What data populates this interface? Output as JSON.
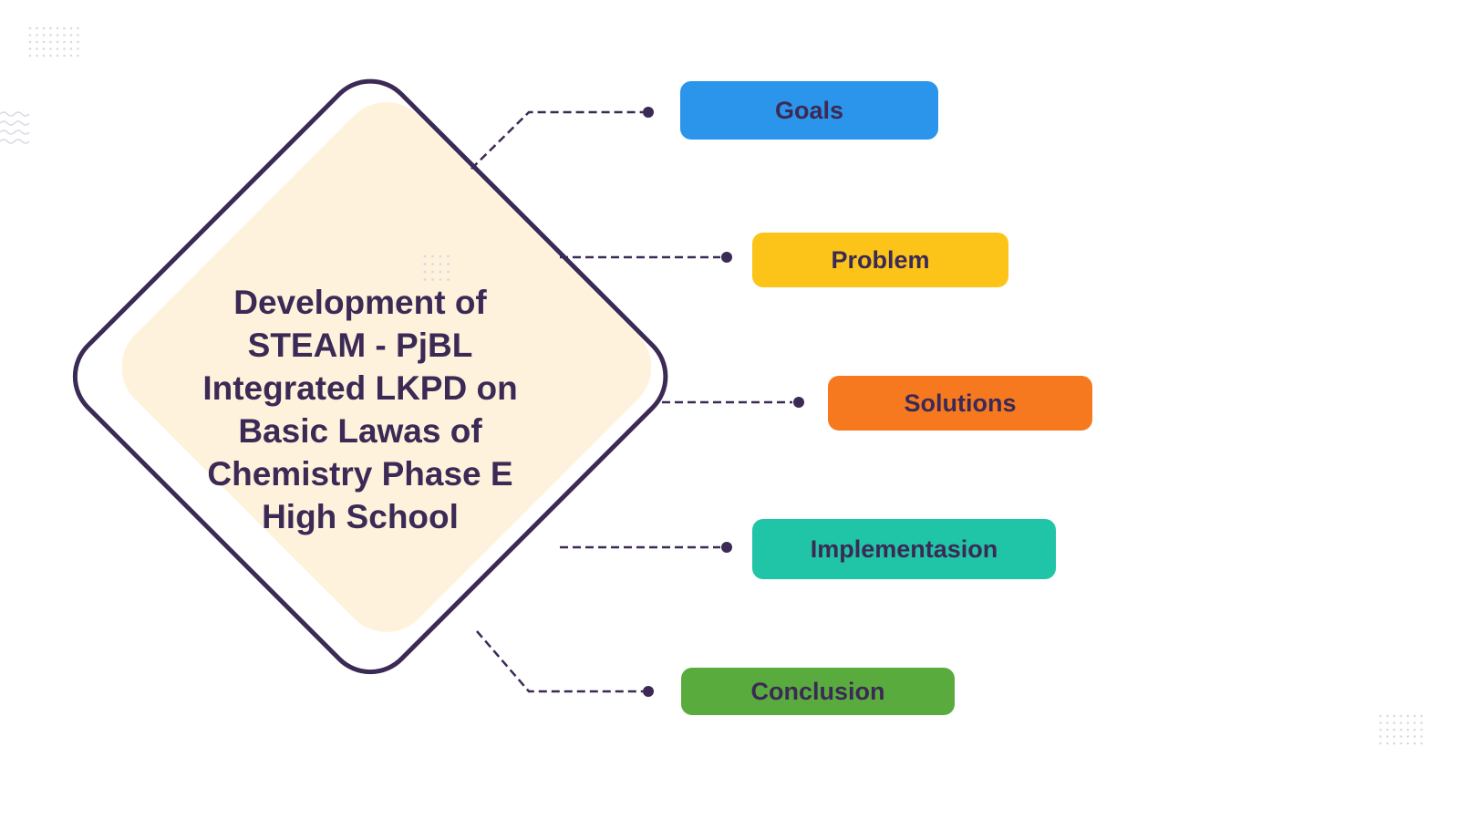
{
  "center": {
    "title": "Development of\nSTEAM - PjBL\nIntegrated LKPD  on\nBasic Lawas of\nChemistry Phase E\nHigh School",
    "fill_color": "#fff2dc",
    "outline_color": "#3b2a55"
  },
  "nodes": [
    {
      "id": "goals",
      "label": "Goals",
      "color": "#2b95ec"
    },
    {
      "id": "problem",
      "label": "Problem",
      "color": "#fcc419"
    },
    {
      "id": "solutions",
      "label": "Solutions",
      "color": "#f6791f"
    },
    {
      "id": "implementasion",
      "label": "Implementasion",
      "color": "#20c4a6"
    },
    {
      "id": "conclusion",
      "label": "Conclusion",
      "color": "#5aab3e"
    }
  ],
  "connector_color": "#3b2a55",
  "decoration_color": "#d9d9e3"
}
